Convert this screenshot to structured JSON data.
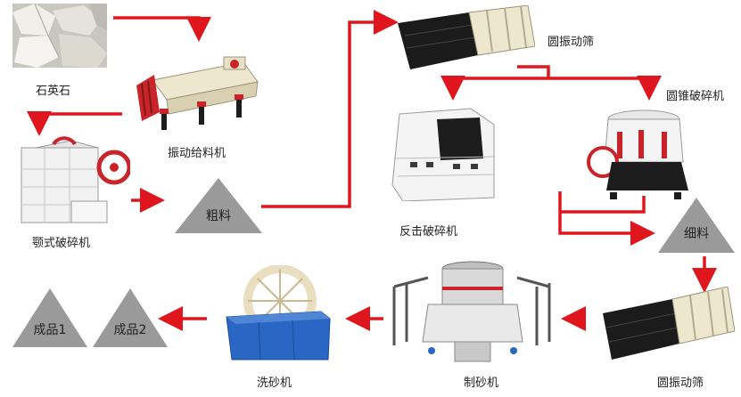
{
  "colors": {
    "arrow": "#e0161e",
    "pile": "#9a9a9a",
    "machine_cream": "#eee7cf",
    "machine_red": "#c9242a",
    "machine_blue": "#2a66c4"
  },
  "labels": {
    "quartz_stone": "石英石",
    "vibrating_feeder": "振动给料机",
    "jaw_crusher": "颚式破碎机",
    "coarse_material": "粗料",
    "circular_screen_top": "圆振动筛",
    "cone_crusher": "圆锥破碎机",
    "impact_crusher": "反击破碎机",
    "fine_material": "细料",
    "circular_screen_bottom": "圆振动筛",
    "sand_maker": "制砂机",
    "sand_washer": "洗砂机",
    "product_1": "成品1",
    "product_2": "成品2"
  }
}
